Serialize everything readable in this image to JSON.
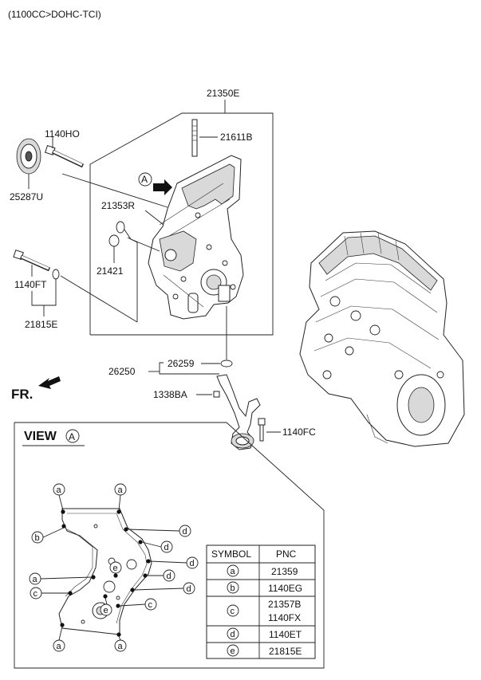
{
  "header": {
    "engine_code": "(1100CC>DOHC-TCI)"
  },
  "labels": {
    "p21350E": "21350E",
    "p1140HO": "1140HO",
    "p21611B": "21611B",
    "p25287U": "25287U",
    "p21353R": "21353R",
    "p21421": "21421",
    "p1140FT": "1140FT",
    "p21815E": "21815E",
    "p26259": "26259",
    "p26250": "26250",
    "p1338BA": "1338BA",
    "p1140FC": "1140FC",
    "view_marker": "A"
  },
  "front_indicator": {
    "label": "FR."
  },
  "view": {
    "title": "VIEW",
    "marker": "A",
    "callouts": {
      "a": "a",
      "b": "b",
      "c": "c",
      "d": "d",
      "e": "e"
    }
  },
  "legend_table": {
    "headers": {
      "symbol": "SYMBOL",
      "pnc": "PNC"
    },
    "rows": [
      {
        "symbol": "a",
        "pnc": "21359"
      },
      {
        "symbol": "b",
        "pnc": "1140EG"
      },
      {
        "symbol": "c",
        "pnc": "21357B",
        "pnc2": "1140FX"
      },
      {
        "symbol": "d",
        "pnc": "1140ET"
      },
      {
        "symbol": "e",
        "pnc": "21815E"
      }
    ]
  }
}
